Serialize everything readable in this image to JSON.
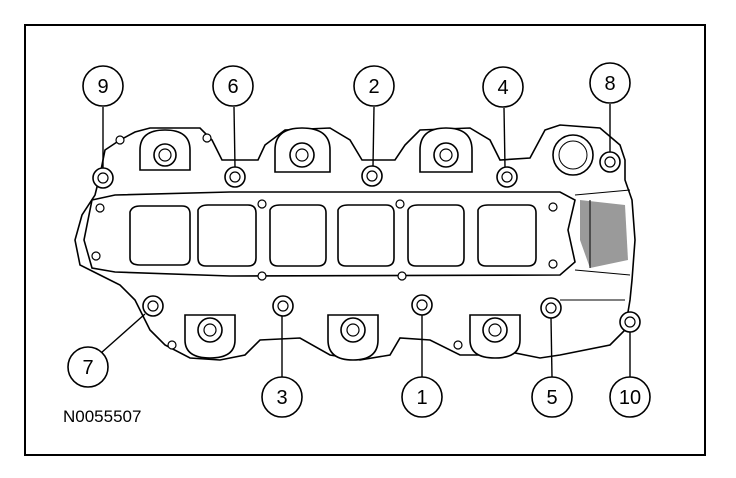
{
  "figure_id": "N0055507",
  "callouts": [
    {
      "label": "9"
    },
    {
      "label": "6"
    },
    {
      "label": "2"
    },
    {
      "label": "4"
    },
    {
      "label": "8"
    },
    {
      "label": "7"
    },
    {
      "label": "3"
    },
    {
      "label": "1"
    },
    {
      "label": "5"
    },
    {
      "label": "10"
    }
  ]
}
